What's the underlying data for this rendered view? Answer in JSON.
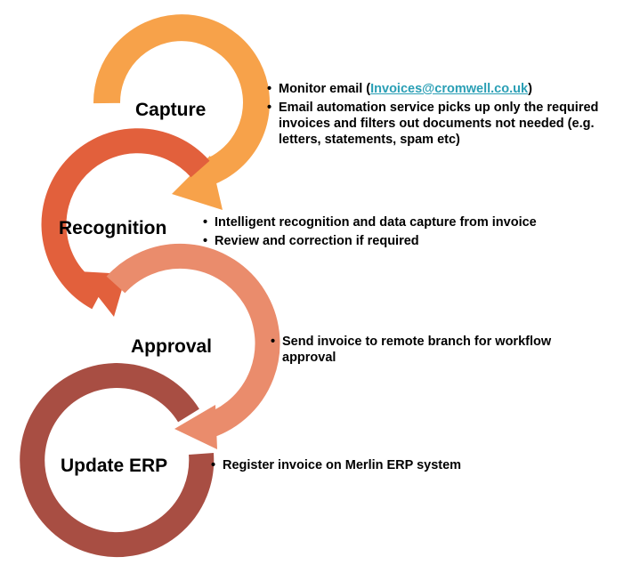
{
  "colors": {
    "capture": "#f7a24a",
    "recognition": "#e2603c",
    "approval": "#ea8c6c",
    "update_erp": "#a84e43",
    "link": "#2a9fb5"
  },
  "stages": [
    {
      "label": "Capture",
      "bullets": [
        {
          "prefix": "Monitor email (",
          "link": "Invoices@cromwell.co.uk",
          "suffix": ")"
        },
        {
          "text": "Email automation service picks up only the required invoices and filters out documents not needed (e.g. letters, statements, spam etc)"
        }
      ]
    },
    {
      "label": "Recognition",
      "bullets": [
        {
          "text": "Intelligent recognition and data capture from invoice"
        },
        {
          "text": "Review and correction if required"
        }
      ]
    },
    {
      "label": "Approval",
      "bullets": [
        {
          "text": "Send invoice to remote branch for workflow approval"
        }
      ]
    },
    {
      "label": "Update ERP",
      "bullets": [
        {
          "text": "Register invoice on Merlin ERP system"
        }
      ]
    }
  ]
}
